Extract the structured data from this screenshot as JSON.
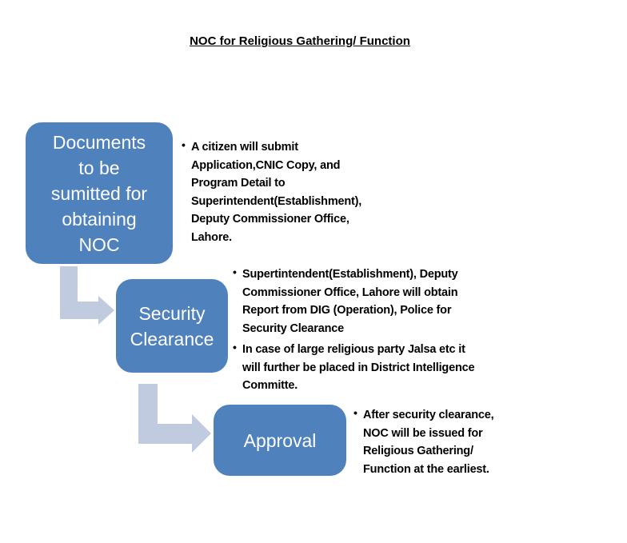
{
  "title": "NOC for Religious Gathering/ Function",
  "colors": {
    "box": "#4f81bd",
    "arrow": "#c0cbe0"
  },
  "steps": [
    {
      "label_lines": [
        "Documents",
        "to be",
        "sumitted for",
        "obtaining",
        "NOC"
      ],
      "bullets": [
        [
          "A citizen will submit",
          "Application,CNIC Copy, and",
          "Program Detail to",
          "Superintendent(Establishment),",
          "Deputy Commissioner Office,",
          "Lahore."
        ]
      ]
    },
    {
      "label_lines": [
        "Security",
        "Clearance"
      ],
      "bullets": [
        [
          "Supertintendent(Establishment), Deputy",
          "Commissioner Office, Lahore will obtain",
          "Report from DIG (Operation), Police for",
          "Security Clearance"
        ],
        [
          "In case of large religious party Jalsa etc it",
          "will further be placed in District Intelligence",
          "Committe."
        ]
      ]
    },
    {
      "label_lines": [
        "Approval"
      ],
      "bullets": [
        [
          "After security clearance,",
          "NOC will be issued for",
          "Religious Gathering/",
          "Function at the earliest."
        ]
      ]
    }
  ]
}
